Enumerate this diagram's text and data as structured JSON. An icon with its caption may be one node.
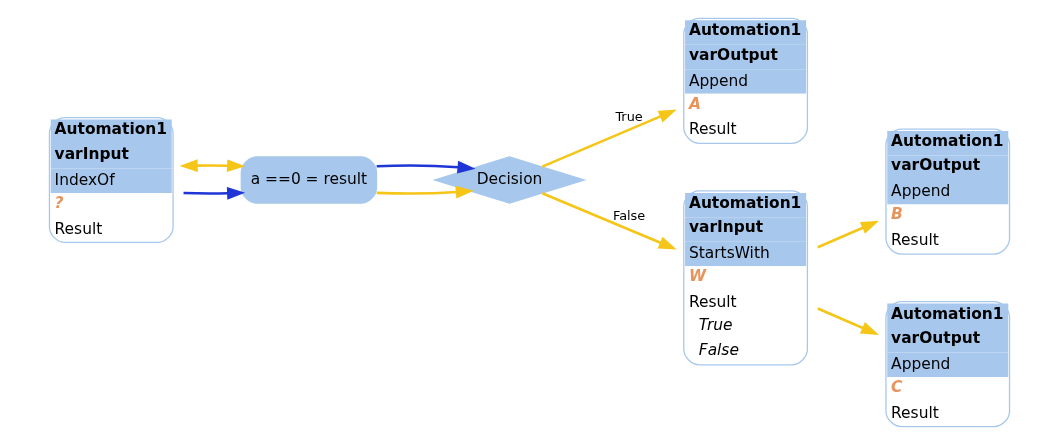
{
  "diagram": {
    "nodes": [
      {
        "text": [
          "Automation1",
          "varInput",
          "IndexOf",
          "?",
          "Result"
        ]
      },
      {
        "text": [
          "a ==0 = result"
        ]
      },
      {
        "text": [
          "Decision"
        ]
      },
      {
        "text": [
          "Automation1",
          "varOutput",
          "Append",
          "A",
          "Result"
        ]
      },
      {
        "text": [
          "Automation1",
          "varInput",
          "StartsWith",
          "W",
          "Result",
          "True",
          "False"
        ]
      },
      {
        "text": [
          "Automation1",
          "varOutput",
          "Append",
          "B",
          "Result"
        ]
      },
      {
        "text": [
          "Automation1",
          "varOutput",
          "Append",
          "C",
          "Result"
        ]
      }
    ],
    "edges": [
      {
        "from": 1,
        "to": 0,
        "arrow": "both"
      },
      {
        "from": 0,
        "to": 1,
        "arrow": "to",
        "color": "#1f35d6"
      },
      {
        "from": 1,
        "to": 2,
        "arrow": "to"
      },
      {
        "from": 1,
        "to": 2,
        "arrow": "to",
        "color": "#1f35d6"
      },
      {
        "from": 2,
        "to": 3,
        "label": "True",
        "arrow": "to"
      },
      {
        "from": 2,
        "to": 4,
        "label": "False",
        "arrow": "to"
      },
      {
        "from": 4,
        "to": 5,
        "arrow": "to"
      },
      {
        "from": 4,
        "to": 6,
        "arrow": "to"
      }
    ]
  }
}
